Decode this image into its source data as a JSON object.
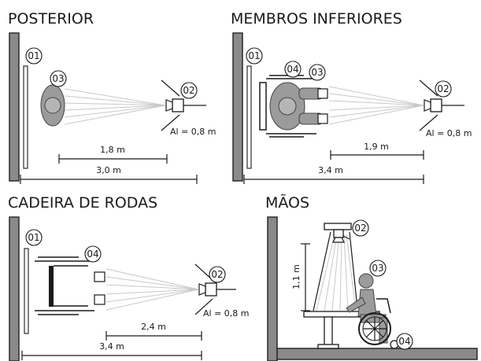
{
  "panels": {
    "posterior": {
      "title": "POSTERIOR",
      "labels": [
        "01",
        "03",
        "02"
      ],
      "height_text": "Al = 0,8 m",
      "dist_inner": "1,8 m",
      "dist_outer": "3,0 m"
    },
    "membros": {
      "title": "MEMBROS INFERIORES",
      "labels": [
        "01",
        "04",
        "03",
        "02"
      ],
      "height_text": "Al = 0,8 m",
      "dist_inner": "1,9 m",
      "dist_outer": "3,4 m"
    },
    "cadeira": {
      "title": "CADEIRA DE RODAS",
      "labels": [
        "01",
        "04",
        "02"
      ],
      "height_text": "Al = 0,8 m",
      "dist_inner": "2,4 m",
      "dist_outer": "3,4 m"
    },
    "maos": {
      "title": "MÃOS",
      "labels": [
        "02",
        "03",
        "04"
      ],
      "height_text": "1,1 m"
    }
  },
  "colors": {
    "wall": "#8a8a8a",
    "person": "#9b9b9b",
    "rays": "#c8c8c8",
    "ink": "#1a1a1a"
  }
}
